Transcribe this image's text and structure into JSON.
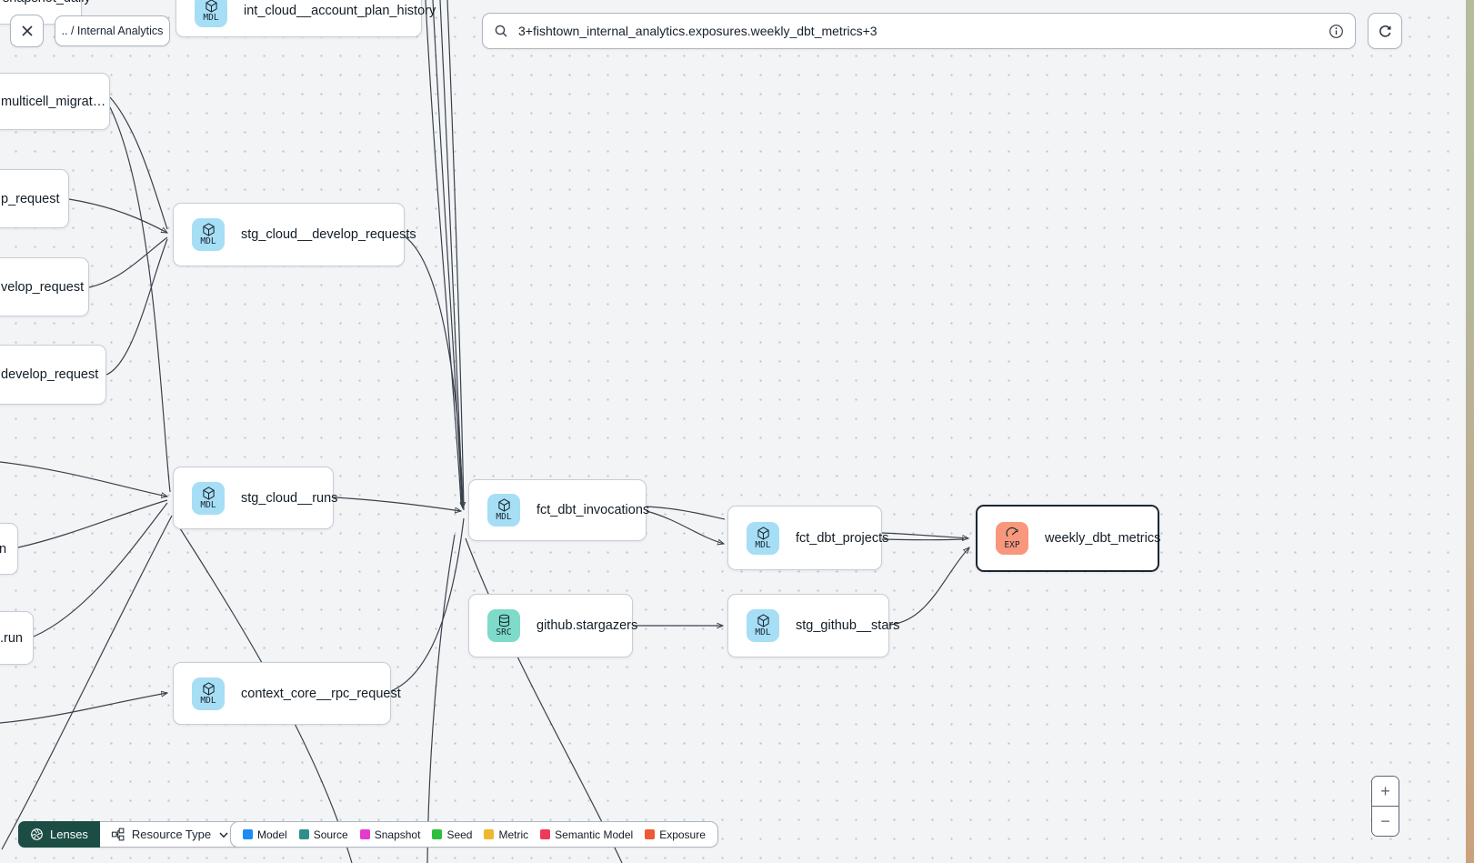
{
  "header": {
    "breadcrumb": ".. / Internal Analytics",
    "search_value": "3+fishtown_internal_analytics.exposures.weekly_dbt_metrics+3"
  },
  "badges": {
    "model": "MDL",
    "source": "SRC",
    "exposure": "EXP"
  },
  "nodes": [
    {
      "label": "snapshot_daily",
      "type": "model"
    },
    {
      "label": "int_cloud__account_plan_history",
      "type": "model"
    },
    {
      "label": "multicell_migrat…",
      "type": "model"
    },
    {
      "label": "p_request",
      "type": "model"
    },
    {
      "label": "velop_request",
      "type": "model"
    },
    {
      "label": "develop_request",
      "type": "model"
    },
    {
      "label": "stg_cloud__develop_requests",
      "type": "model"
    },
    {
      "label": "stg_cloud__runs",
      "type": "model"
    },
    {
      "label": "n",
      "type": "model"
    },
    {
      "label": ".run",
      "type": "model"
    },
    {
      "label": "context_core__rpc_request",
      "type": "model"
    },
    {
      "label": "fct_dbt_invocations",
      "type": "model"
    },
    {
      "label": "fct_dbt_projects",
      "type": "model"
    },
    {
      "label": "weekly_dbt_metrics",
      "type": "exposure",
      "selected": true
    },
    {
      "label": "github.stargazers",
      "type": "source"
    },
    {
      "label": "stg_github__stars",
      "type": "model"
    }
  ],
  "toolbar": {
    "lenses": "Lenses",
    "resource_type": "Resource Type"
  },
  "legend": {
    "items": [
      {
        "label": "Model",
        "color": "#1c8cf2"
      },
      {
        "label": "Source",
        "color": "#2f8e8a"
      },
      {
        "label": "Snapshot",
        "color": "#e53bcd"
      },
      {
        "label": "Seed",
        "color": "#2dbe3e"
      },
      {
        "label": "Metric",
        "color": "#edb72f"
      },
      {
        "label": "Semantic Model",
        "color": "#ed3a5c"
      },
      {
        "label": "Exposure",
        "color": "#ed5a35"
      }
    ]
  },
  "zoom": {
    "in": "+",
    "out": "−"
  }
}
